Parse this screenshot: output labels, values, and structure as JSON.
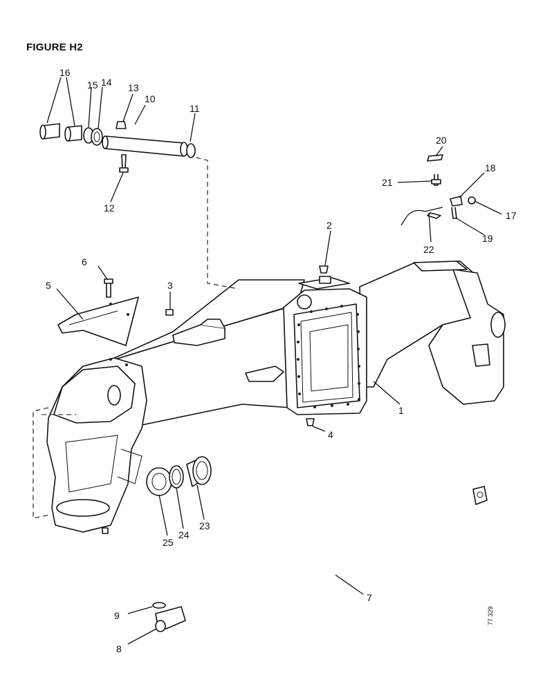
{
  "figure": {
    "title": "FIGURE H2",
    "ref_code": "77 329"
  },
  "callouts": [
    {
      "label": "1"
    },
    {
      "label": "2"
    },
    {
      "label": "3"
    },
    {
      "label": "4"
    },
    {
      "label": "5"
    },
    {
      "label": "6"
    },
    {
      "label": "7"
    },
    {
      "label": "8"
    },
    {
      "label": "9"
    },
    {
      "label": "10"
    },
    {
      "label": "11"
    },
    {
      "label": "12"
    },
    {
      "label": "13"
    },
    {
      "label": "14"
    },
    {
      "label": "15"
    },
    {
      "label": "16"
    },
    {
      "label": "17"
    },
    {
      "label": "18"
    },
    {
      "label": "19"
    },
    {
      "label": "20"
    },
    {
      "label": "21"
    },
    {
      "label": "22"
    },
    {
      "label": "23"
    },
    {
      "label": "24"
    },
    {
      "label": "25"
    }
  ]
}
